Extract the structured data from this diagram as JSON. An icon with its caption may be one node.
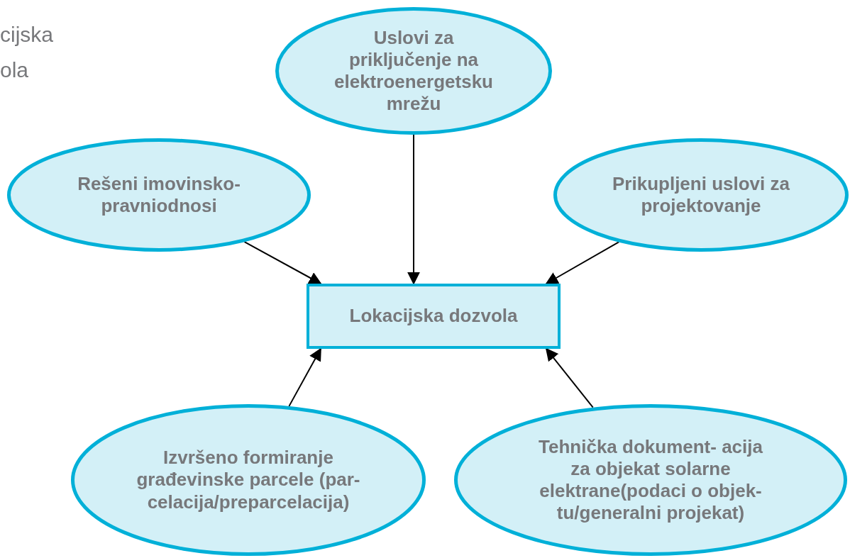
{
  "diagram": {
    "nodes": [
      {
        "text": [
          "Uslovi za priključenje na elektroenergetsku mrežu"
        ]
      },
      {
        "text": [
          "Rešeni imovinsko- pravniodnosi"
        ]
      },
      {
        "text": [
          "Prikupljeni uslovi za projektovanje"
        ]
      },
      {
        "text": [
          "Lokacijska dozvola"
        ]
      },
      {
        "text": [
          "Izvršeno formiranje građevinske parcele (par- celacija/preparcelacija)"
        ]
      },
      {
        "text": [
          "Tehnička dokument- acija za objekat solarne elektrane(podaci o objek- tu/generalni projekat)"
        ]
      }
    ],
    "edges": [
      {
        "from": 0,
        "to": 3,
        "arrow": "to"
      },
      {
        "from": 1,
        "to": 3,
        "arrow": "to"
      },
      {
        "from": 2,
        "to": 3,
        "arrow": "to"
      },
      {
        "from": 4,
        "to": 3,
        "arrow": "to"
      },
      {
        "from": 5,
        "to": 3,
        "arrow": "to"
      }
    ],
    "labels": [
      "cijska",
      "ola"
    ]
  }
}
